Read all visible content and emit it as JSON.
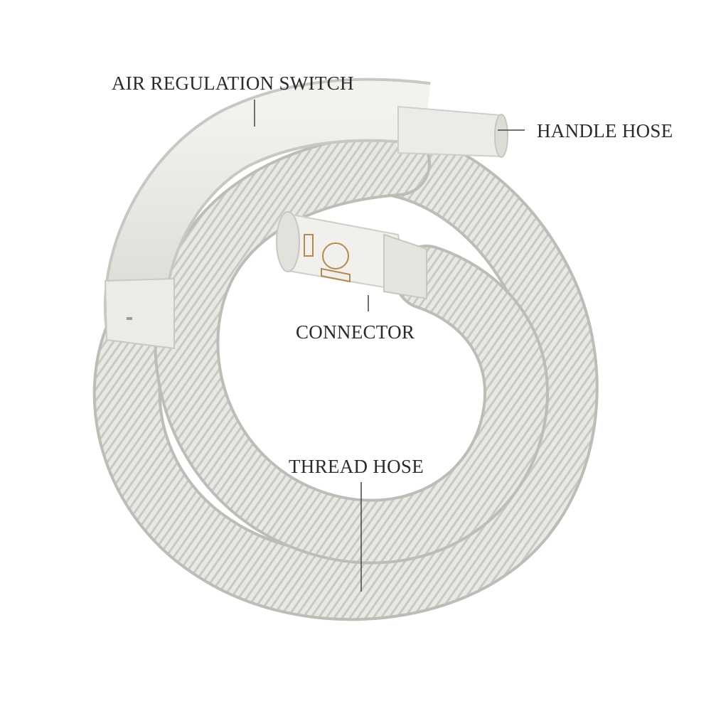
{
  "labels": {
    "air_regulation_switch": "AIR REGULATION SWITCH",
    "handle_hose": "HANDLE HOSE",
    "connector": "CONNECTOR",
    "thread_hose": "THREAD HOSE"
  },
  "colors": {
    "background": "#ffffff",
    "hose": "#e9e8e4",
    "hose_shadow": "#bdbcb6",
    "label_text": "#2b2b2b",
    "connector_marking": "#b58a52"
  }
}
